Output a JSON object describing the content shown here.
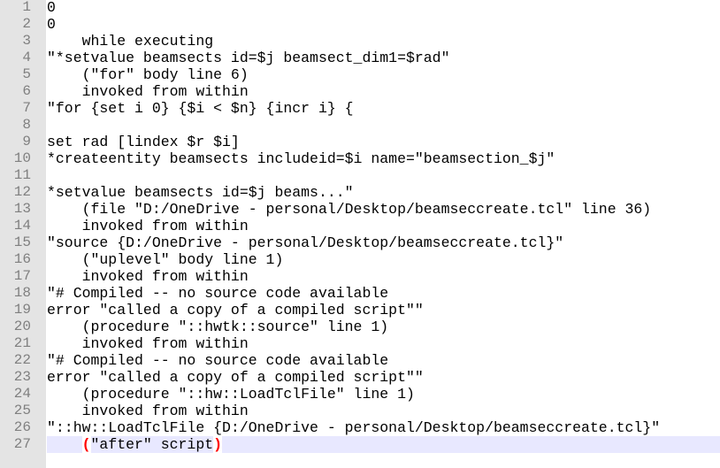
{
  "editor": {
    "current_line": 27,
    "colors": {
      "gutter_bg": "#e4e4e4",
      "line_number": "#808080",
      "text": "#000000",
      "current_line_bg": "#e8e8ff",
      "brace_match": "#ff0000"
    },
    "lines": [
      {
        "n": "1",
        "text": "0"
      },
      {
        "n": "2",
        "text": "0"
      },
      {
        "n": "3",
        "text": "    while executing"
      },
      {
        "n": "4",
        "text": "\"*setvalue beamsects id=$j beamsect_dim1=$rad\""
      },
      {
        "n": "5",
        "text": "    (\"for\" body line 6)"
      },
      {
        "n": "6",
        "text": "    invoked from within"
      },
      {
        "n": "7",
        "text": "\"for {set i 0} {$i < $n} {incr i} {"
      },
      {
        "n": "8",
        "text": ""
      },
      {
        "n": "9",
        "text": "set rad [lindex $r $i]"
      },
      {
        "n": "10",
        "text": "*createentity beamsects includeid=$i name=\"beamsection_$j\""
      },
      {
        "n": "11",
        "text": ""
      },
      {
        "n": "12",
        "text": "*setvalue beamsects id=$j beams...\""
      },
      {
        "n": "13",
        "text": "    (file \"D:/OneDrive - personal/Desktop/beamseccreate.tcl\" line 36)"
      },
      {
        "n": "14",
        "text": "    invoked from within"
      },
      {
        "n": "15",
        "text": "\"source {D:/OneDrive - personal/Desktop/beamseccreate.tcl}\""
      },
      {
        "n": "16",
        "text": "    (\"uplevel\" body line 1)"
      },
      {
        "n": "17",
        "text": "    invoked from within"
      },
      {
        "n": "18",
        "text": "\"# Compiled -- no source code available"
      },
      {
        "n": "19",
        "text": "error \"called a copy of a compiled script\"\""
      },
      {
        "n": "20",
        "text": "    (procedure \"::hwtk::source\" line 1)"
      },
      {
        "n": "21",
        "text": "    invoked from within"
      },
      {
        "n": "22",
        "text": "\"# Compiled -- no source code available"
      },
      {
        "n": "23",
        "text": "error \"called a copy of a compiled script\"\""
      },
      {
        "n": "24",
        "text": "    (procedure \"::hw::LoadTclFile\" line 1)"
      },
      {
        "n": "25",
        "text": "    invoked from within"
      },
      {
        "n": "26",
        "text": "\"::hw::LoadTclFile {D:/OneDrive - personal/Desktop/beamseccreate.tcl}\""
      },
      {
        "n": "27",
        "indent": "    ",
        "open": "(",
        "inner": "\"after\" script",
        "close": ")"
      }
    ]
  }
}
